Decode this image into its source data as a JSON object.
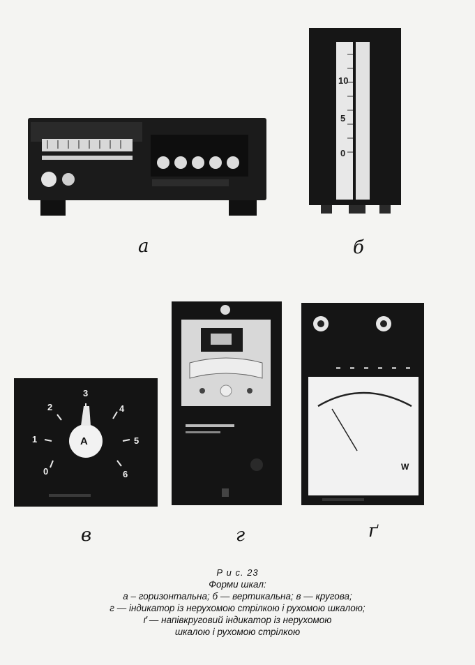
{
  "figure": {
    "number": "Р и с.   23",
    "title": "Форми шкал:",
    "lines": [
      "а – горизонтальна; б — вертикальна; в — кругова;",
      "г — індикатор із нерухомою стрілкою і рухомою шкалою;",
      "ґ — напівкруговий індикатор із нерухомою",
      "шкалою і рухомою стрілкою"
    ]
  },
  "panels": {
    "a": "а",
    "b": "б",
    "v": "в",
    "g": "г",
    "gg": "ґ"
  },
  "vertical_scale": [
    "10",
    "5",
    "0"
  ],
  "round_scale": {
    "marks": [
      "0",
      "1",
      "2",
      "3",
      "4",
      "5",
      "6"
    ],
    "center": "A"
  },
  "wattmeter_unit": "W"
}
